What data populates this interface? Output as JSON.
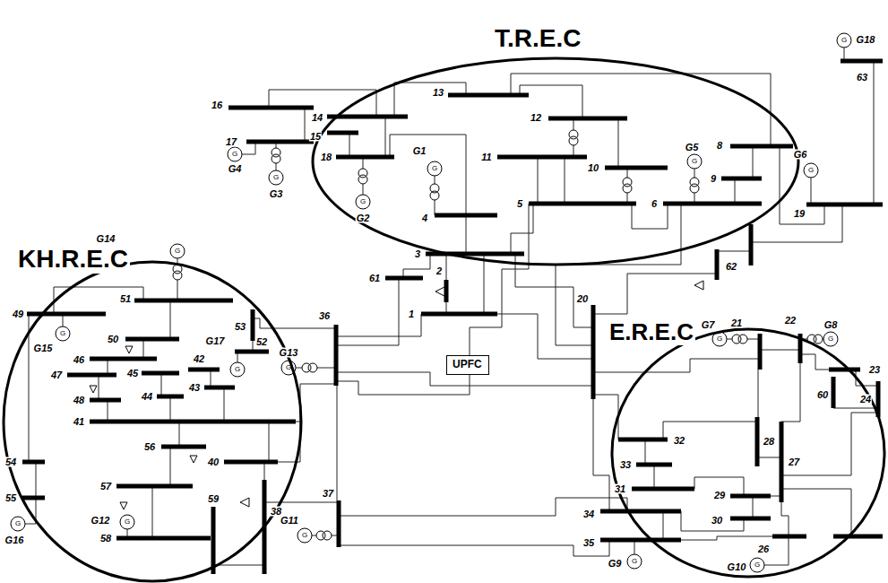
{
  "diagram": {
    "nodes": [
      {
        "text": [
          "T.R.E.C"
        ]
      },
      {
        "text": [
          "KH.R.E.C"
        ]
      },
      {
        "text": [
          "E.R.E.C"
        ]
      },
      {
        "text": [
          "UPFC"
        ]
      }
    ],
    "labels": [
      "16",
      "14",
      "13",
      "12",
      "15",
      "17",
      "18",
      "G1",
      "11",
      "10",
      "G5",
      "9",
      "8",
      "G6",
      "G18",
      "63",
      "G4",
      "G3",
      "G2",
      "4",
      "5",
      "6",
      "19",
      "3",
      "61",
      "2",
      "1",
      "62",
      "20",
      "36",
      "G13",
      "37",
      "38",
      "59",
      "40",
      "G11",
      "G14",
      "49",
      "51",
      "53",
      "52",
      "G15",
      "50",
      "46",
      "47",
      "G17",
      "42",
      "45",
      "44",
      "43",
      "48",
      "41",
      "56",
      "54",
      "55",
      "G16",
      "57",
      "G12",
      "58",
      "G7",
      "21",
      "22",
      "G8",
      "23",
      "60",
      "24",
      "28",
      "27",
      "32",
      "33",
      "31",
      "29",
      "30",
      "26",
      "G10",
      "34",
      "35",
      "G9",
      "G",
      "G",
      "G",
      "G",
      "G",
      "G",
      "G",
      "G",
      "G",
      "G",
      "G",
      "G",
      "G",
      "G",
      "G",
      "G",
      "G",
      "G"
    ]
  }
}
